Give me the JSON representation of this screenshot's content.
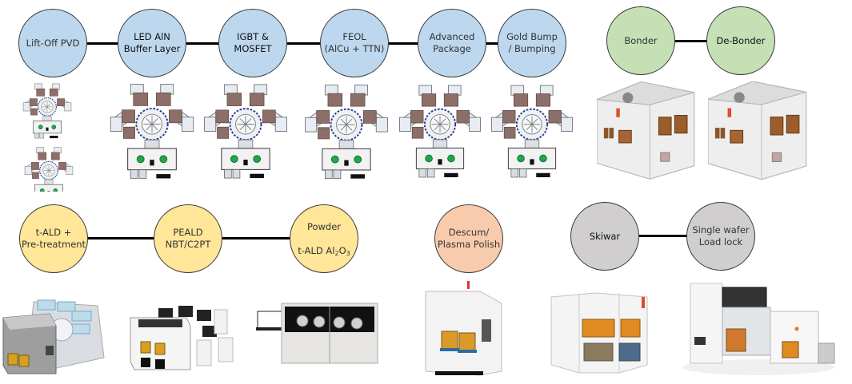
{
  "groups": {
    "top_row_blue": {
      "color": "#bdd7ee",
      "nodes": [
        {
          "label": "Lift-Off PVD"
        },
        {
          "label": "LED AlN\nBuffer Layer"
        },
        {
          "label": "IGBT &\nMOSFET"
        },
        {
          "label": "FEOL\n(AlCu + TTN)"
        },
        {
          "label": "Advanced\nPackage"
        },
        {
          "label": "Gold Bump\n/ Bumping"
        }
      ]
    },
    "top_row_green": {
      "color": "#c5e0b4",
      "nodes": [
        {
          "label": "Bonder"
        },
        {
          "label": "De-Bonder"
        }
      ]
    },
    "bottom_row_yellow": {
      "color": "#ffe699",
      "nodes": [
        {
          "label": "t-ALD +\nPre-treatment"
        },
        {
          "label": "PEALD\nNBT/C2PT"
        },
        {
          "label_line1": "Powder",
          "label_line2_prefix": "t-ALD Al",
          "sub1": "2",
          "mid": "O",
          "sub2": "3"
        }
      ]
    },
    "bottom_row_peach": {
      "color": "#f8cbad",
      "nodes": [
        {
          "label": "Descum/\nPlasma Polish"
        }
      ]
    },
    "bottom_row_gray": {
      "color": "#d0cece",
      "nodes": [
        {
          "label": "Skiwar"
        },
        {
          "label": "Single wafer\nLoad lock"
        }
      ]
    }
  },
  "equipment_images": [
    {
      "name": "lift-off-pvd-cluster-tool-top"
    },
    {
      "name": "lift-off-pvd-cluster-tool-bottom"
    },
    {
      "name": "led-aln-cluster-tool"
    },
    {
      "name": "igbt-mosfet-cluster-tool"
    },
    {
      "name": "feol-cluster-tool"
    },
    {
      "name": "advanced-package-cluster-tool"
    },
    {
      "name": "gold-bump-cluster-tool"
    },
    {
      "name": "bonder-machine"
    },
    {
      "name": "de-bonder-machine"
    },
    {
      "name": "t-ald-machine"
    },
    {
      "name": "peald-machine"
    },
    {
      "name": "powder-ald-machine"
    },
    {
      "name": "descum-machine"
    },
    {
      "name": "skiwar-machine"
    },
    {
      "name": "single-wafer-loadlock-machine"
    }
  ]
}
